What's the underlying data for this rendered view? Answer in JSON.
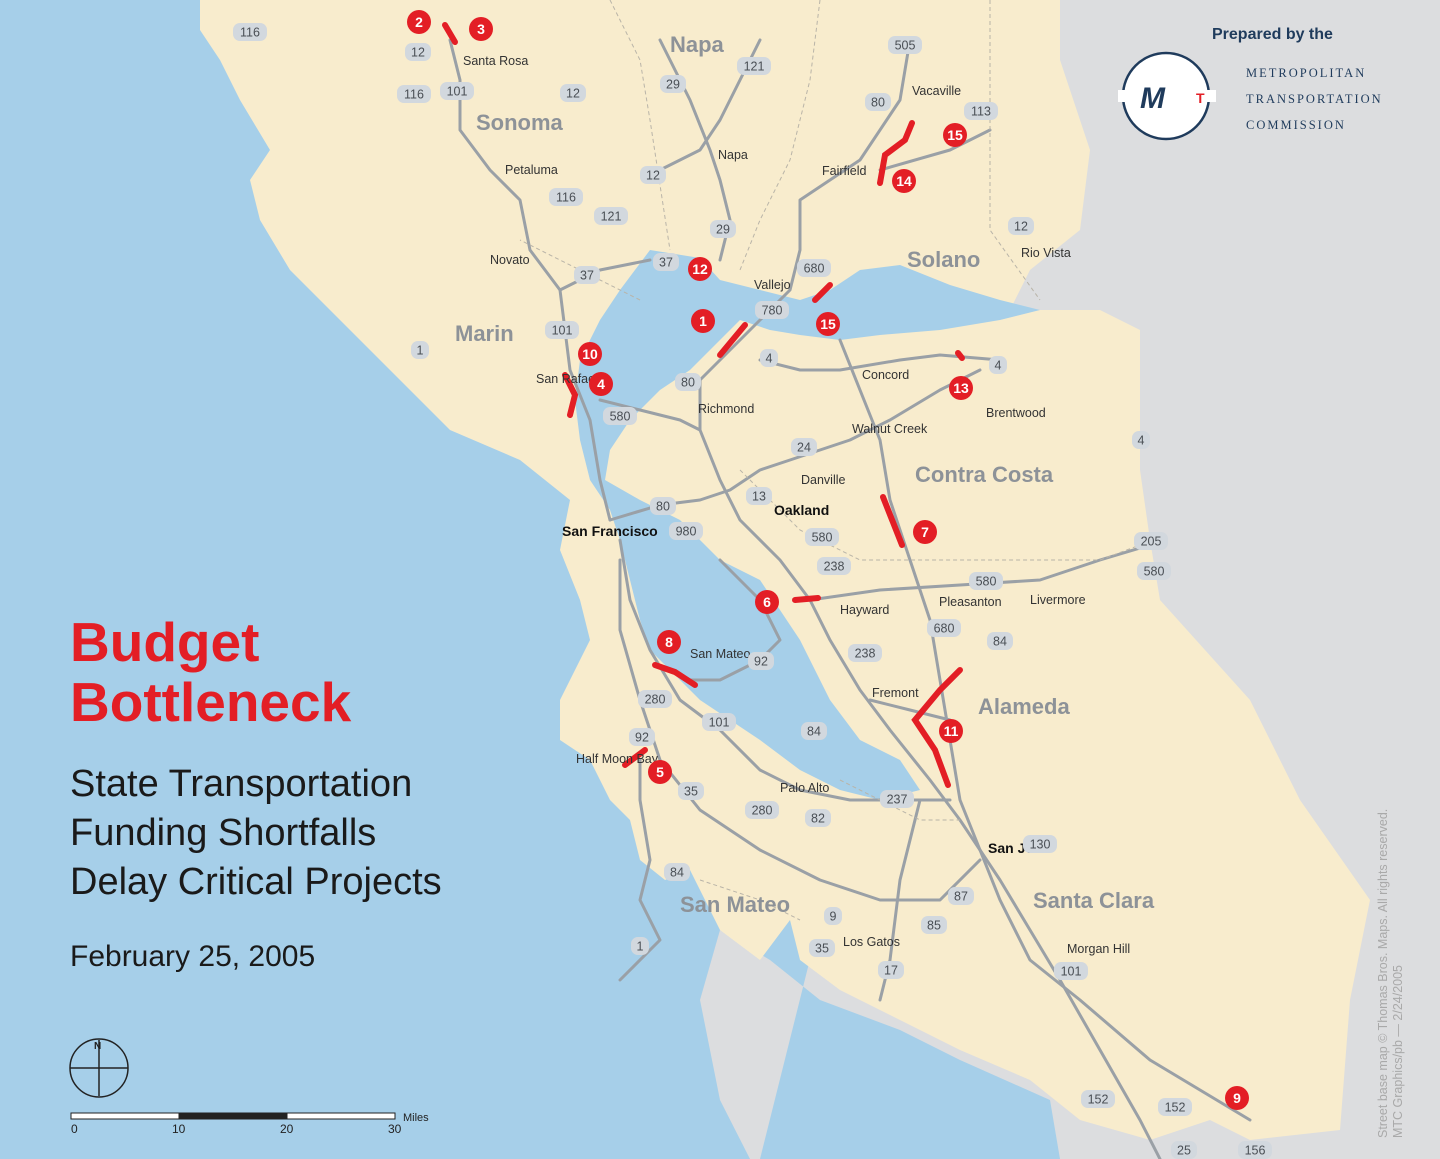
{
  "title": "Budget Bottleneck",
  "subtitle_lines": [
    "State Transportation",
    "Funding Shortfalls",
    "Delay Critical Projects"
  ],
  "date": "February 25, 2005",
  "prepared_by": "Prepared by the",
  "organization_lines": [
    "METROPOLITAN",
    "TRANSPORTATION",
    "COMMISSION"
  ],
  "logo_letters": [
    "M",
    "T"
  ],
  "credit_lines": [
    "Street base map © Thomas Bros. Maps. All rights reserved.",
    "MTC Graphics/pb — 2/24/2005"
  ],
  "compass_label": "N",
  "scale": {
    "ticks": [
      "0",
      "10",
      "20",
      "30"
    ],
    "unit": "Miles"
  },
  "colors": {
    "water": "#a6cfe9",
    "land": "#f8eccd",
    "outside_land": "#dcdddf",
    "roads": "#9aa0a6",
    "bottleneck": "#e31e25",
    "title": "#e31e25",
    "logo_blue": "#1f3b5c",
    "shield": "#d2d8de"
  },
  "counties": [
    "Napa",
    "Sonoma",
    "Marin",
    "Solano",
    "Contra Costa",
    "Alameda",
    "San Mateo",
    "Santa Clara"
  ],
  "cities": [
    "Santa Rosa",
    "Petaluma",
    "Novato",
    "Napa",
    "Vacaville",
    "Fairfield",
    "Vallejo",
    "Rio Vista",
    "San Rafael",
    "Richmond",
    "Concord",
    "Walnut Creek",
    "Brentwood",
    "Danville",
    "Oakland",
    "San Francisco",
    "Hayward",
    "Pleasanton",
    "Livermore",
    "San Mateo",
    "Fremont",
    "Half Moon Bay",
    "Palo Alto",
    "San Jose",
    "Morgan Hill",
    "Los Gatos"
  ],
  "highways": [
    "116",
    "12",
    "116",
    "101",
    "12",
    "29",
    "121",
    "505",
    "80",
    "113",
    "12",
    "116",
    "121",
    "12",
    "29",
    "37",
    "37",
    "680",
    "780",
    "101",
    "1",
    "4",
    "4",
    "80",
    "580",
    "24",
    "4",
    "13",
    "80",
    "980",
    "580",
    "238",
    "205",
    "580",
    "580",
    "680",
    "84",
    "238",
    "92",
    "280",
    "101",
    "84",
    "92",
    "35",
    "280",
    "82",
    "237",
    "130",
    "87",
    "85",
    "84",
    "9",
    "35",
    "17",
    "1",
    "101",
    "152",
    "152",
    "25",
    "156"
  ],
  "projects": [
    "1",
    "2",
    "3",
    "4",
    "5",
    "6",
    "7",
    "8",
    "9",
    "10",
    "11",
    "12",
    "13",
    "14",
    "15",
    "15"
  ]
}
